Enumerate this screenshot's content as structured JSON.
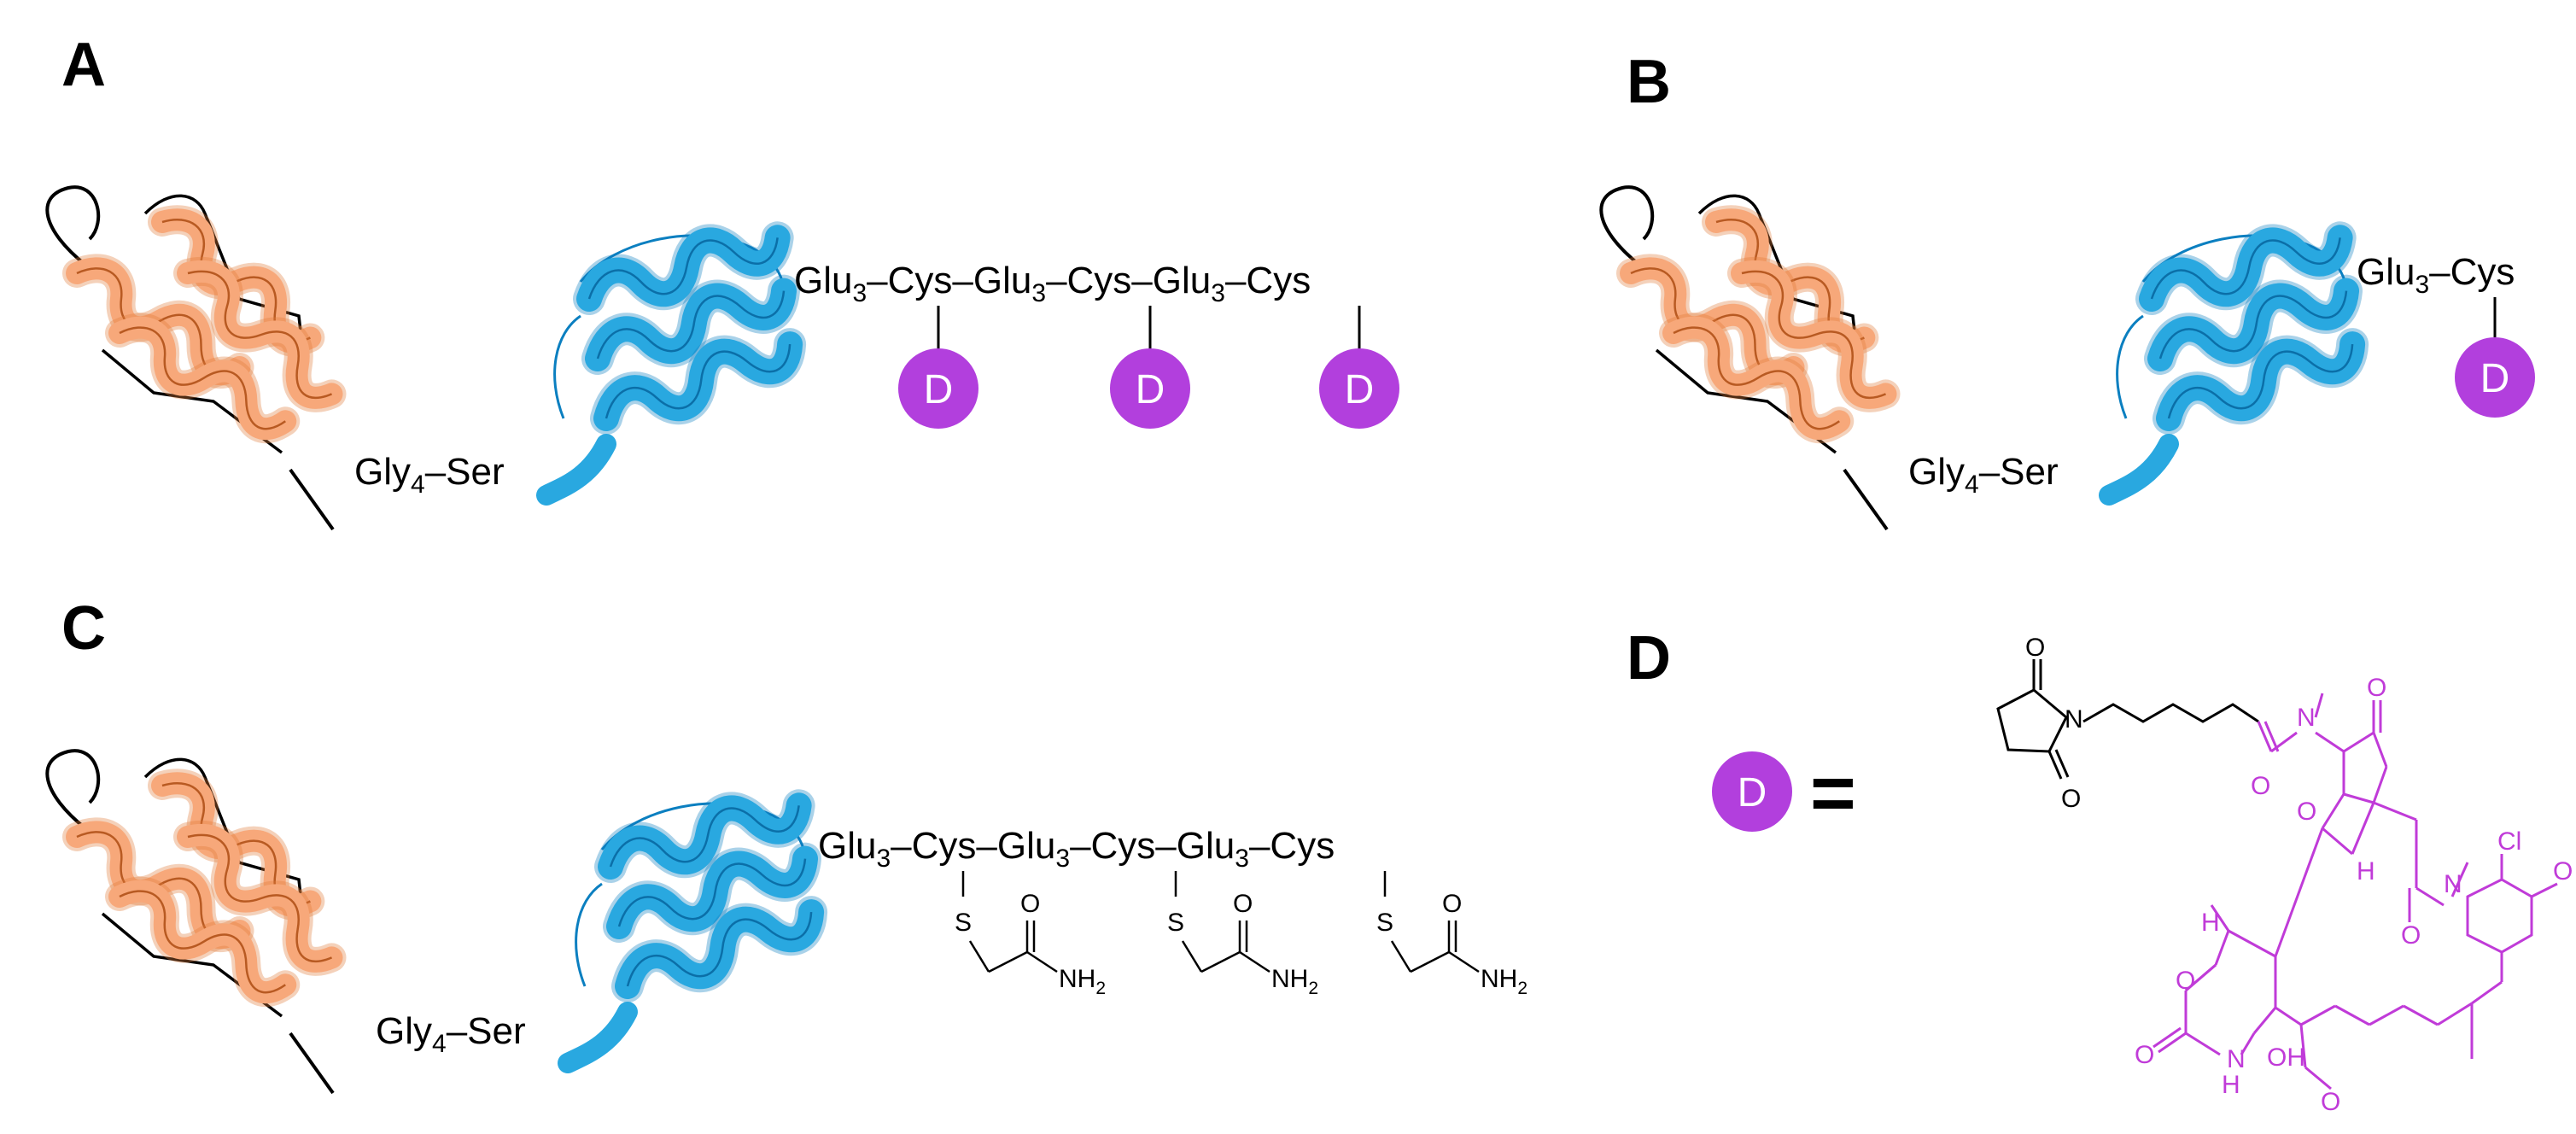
{
  "colors": {
    "helix_orange": "#f7a87a",
    "helix_orange_dark": "#e07a3a",
    "helix_blue": "#29a8e0",
    "helix_blue_dark": "#0b7fc0",
    "drug_purple": "#b23fdd",
    "drug_structure": "#c03bd8",
    "linker_black": "#000000"
  },
  "panels": [
    {
      "letter": "A",
      "linker_text": "Gly",
      "linker_subscript": "4",
      "linker_tail": "–Ser",
      "tag": [
        {
          "text": "Glu",
          "sub": "3"
        },
        {
          "text": "–Cys–",
          "sub": ""
        },
        {
          "text": "Glu",
          "sub": "3"
        },
        {
          "text": "–Cys–",
          "sub": ""
        },
        {
          "text": "Glu",
          "sub": "3"
        },
        {
          "text": "–Cys",
          "sub": ""
        }
      ],
      "drug_label": "D"
    },
    {
      "letter": "B",
      "linker_text": "Gly",
      "linker_subscript": "4",
      "linker_tail": "–Ser",
      "tag": [
        {
          "text": "Glu",
          "sub": "3"
        },
        {
          "text": "–Cys",
          "sub": ""
        }
      ],
      "drug_label": "D"
    },
    {
      "letter": "C",
      "linker_text": "Gly",
      "linker_subscript": "4",
      "linker_tail": "–Ser",
      "tag": [
        {
          "text": "Glu",
          "sub": "3"
        },
        {
          "text": "–Cys–",
          "sub": ""
        },
        {
          "text": "Glu",
          "sub": "3"
        },
        {
          "text": "–Cys–",
          "sub": ""
        },
        {
          "text": "Glu",
          "sub": "3"
        },
        {
          "text": "–Cys",
          "sub": ""
        }
      ],
      "sulfur": "S",
      "carbonyl_o": "O",
      "amide": "NH",
      "amide_sub": "2"
    },
    {
      "letter": "D",
      "drug_label": "D",
      "equals": "=",
      "atoms": {
        "o": "O",
        "n": "N",
        "cl": "Cl",
        "h": "H",
        "nh": "N",
        "nh_h": "H",
        "oh": "OH"
      }
    }
  ]
}
